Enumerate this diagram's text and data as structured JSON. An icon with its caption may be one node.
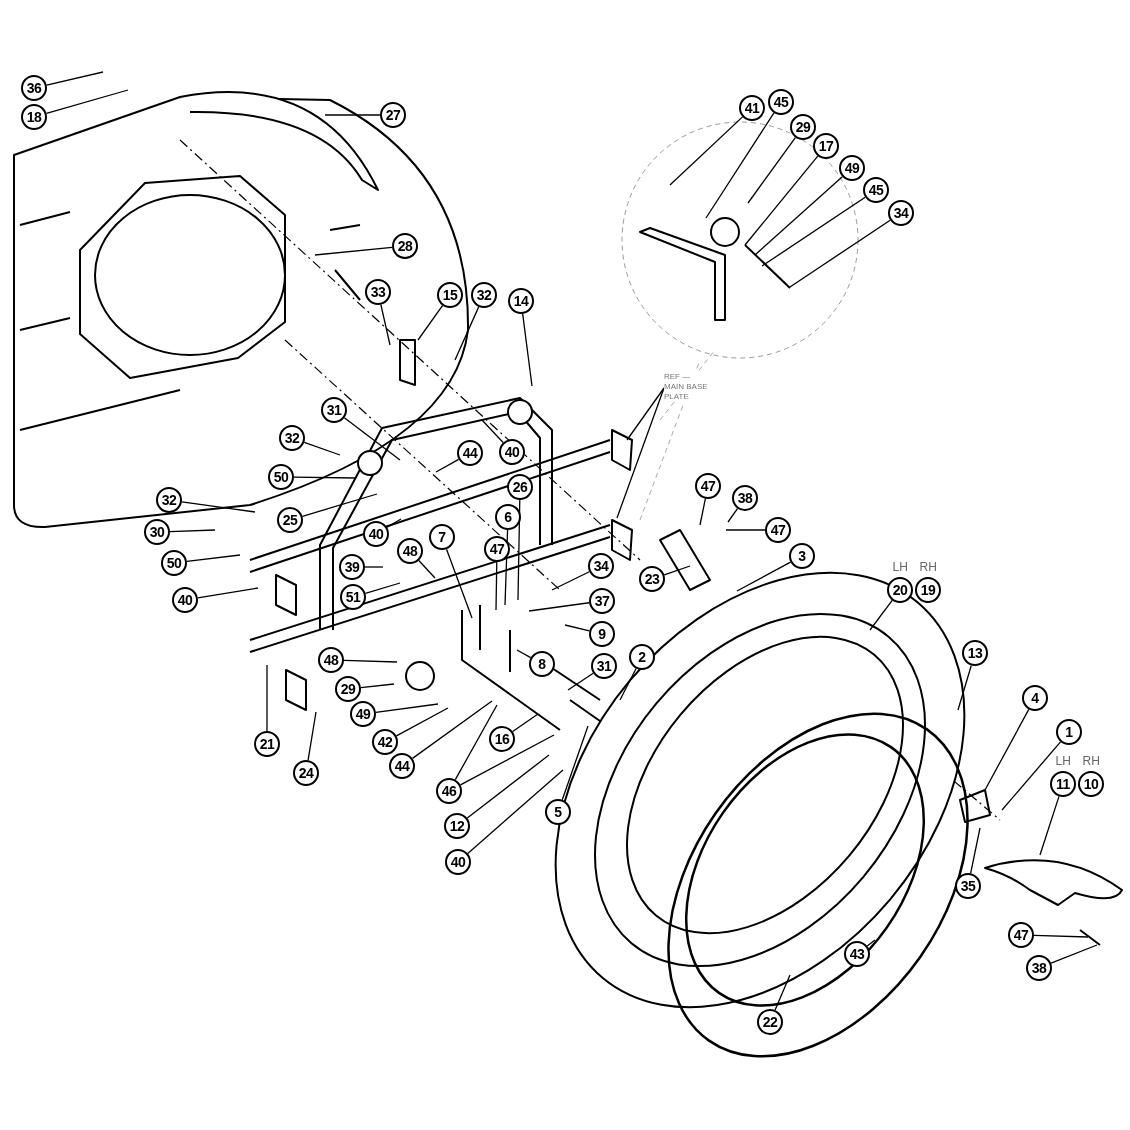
{
  "diagram": {
    "nodes": [
      {
        "text": [
          "36"
        ]
      },
      {
        "text": [
          "18"
        ]
      },
      {
        "text": [
          "27"
        ]
      },
      {
        "text": [
          "41"
        ]
      },
      {
        "text": [
          "45"
        ]
      },
      {
        "text": [
          "29"
        ]
      },
      {
        "text": [
          "17"
        ]
      },
      {
        "text": [
          "49"
        ]
      },
      {
        "text": [
          "45"
        ]
      },
      {
        "text": [
          "34"
        ]
      },
      {
        "text": [
          "28"
        ]
      },
      {
        "text": [
          "33"
        ]
      },
      {
        "text": [
          "15"
        ]
      },
      {
        "text": [
          "32"
        ]
      },
      {
        "text": [
          "14"
        ]
      },
      {
        "text": [
          "REF — MAIN BASE PLATE"
        ]
      },
      {
        "text": [
          "40"
        ]
      },
      {
        "text": [
          "31"
        ]
      },
      {
        "text": [
          "44"
        ]
      },
      {
        "text": [
          "32"
        ]
      },
      {
        "text": [
          "50"
        ]
      },
      {
        "text": [
          "25"
        ]
      },
      {
        "text": [
          "32"
        ]
      },
      {
        "text": [
          "26"
        ]
      },
      {
        "text": [
          "47"
        ]
      },
      {
        "text": [
          "38"
        ]
      },
      {
        "text": [
          "40"
        ]
      },
      {
        "text": [
          "47"
        ]
      },
      {
        "text": [
          "6"
        ]
      },
      {
        "text": [
          "30"
        ]
      },
      {
        "text": [
          "7"
        ]
      },
      {
        "text": [
          "47"
        ]
      },
      {
        "text": [
          "3"
        ]
      },
      {
        "text": [
          "48"
        ]
      },
      {
        "text": [
          "50"
        ]
      },
      {
        "text": [
          "23"
        ]
      },
      {
        "text": [
          "39"
        ]
      },
      {
        "text": [
          "34"
        ]
      },
      {
        "text": [
          "51"
        ]
      },
      {
        "text": [
          "37"
        ]
      },
      {
        "text": [
          "40"
        ]
      },
      {
        "text": [
          "9"
        ]
      },
      {
        "text": [
          "2"
        ]
      },
      {
        "text": [
          "8"
        ]
      },
      {
        "text": [
          "48"
        ]
      },
      {
        "text": [
          "31"
        ]
      },
      {
        "text": [
          "20"
        ],
        "beside": [
          "LH"
        ]
      },
      {
        "text": [
          "19"
        ],
        "beside": [
          "RH"
        ]
      },
      {
        "text": [
          "13"
        ]
      },
      {
        "text": [
          "29"
        ]
      },
      {
        "text": [
          "4"
        ]
      },
      {
        "text": [
          "49"
        ]
      },
      {
        "text": [
          "1"
        ]
      },
      {
        "text": [
          "16"
        ]
      },
      {
        "text": [
          "42"
        ]
      },
      {
        "text": [
          "44"
        ]
      },
      {
        "text": [
          "21"
        ]
      },
      {
        "text": [
          "24"
        ]
      },
      {
        "text": [
          "46"
        ]
      },
      {
        "text": [
          "11"
        ],
        "beside": [
          "LH"
        ]
      },
      {
        "text": [
          "10"
        ],
        "beside": [
          "RH"
        ]
      },
      {
        "text": [
          "12"
        ]
      },
      {
        "text": [
          "5"
        ]
      },
      {
        "text": [
          "40"
        ]
      },
      {
        "text": [
          "35"
        ]
      },
      {
        "text": [
          "47"
        ]
      },
      {
        "text": [
          "43"
        ]
      },
      {
        "text": [
          "38"
        ]
      },
      {
        "text": [
          "22"
        ]
      }
    ],
    "edges": [
      {
        "from": 0,
        "to": null,
        "arrow": "none"
      },
      {
        "from": 1,
        "to": null,
        "arrow": "none"
      },
      {
        "from": 2,
        "to": null,
        "arrow": "none"
      },
      {
        "from": 3,
        "to": null,
        "arrow": "none"
      },
      {
        "from": 4,
        "to": null,
        "arrow": "none"
      },
      {
        "from": 5,
        "to": null,
        "arrow": "none"
      },
      {
        "from": 6,
        "to": null,
        "arrow": "none"
      },
      {
        "from": 7,
        "to": null,
        "arrow": "none"
      },
      {
        "from": 8,
        "to": null,
        "arrow": "none"
      },
      {
        "from": 9,
        "to": null,
        "arrow": "none"
      },
      {
        "from": 10,
        "to": null,
        "arrow": "none"
      },
      {
        "from": 11,
        "to": null,
        "arrow": "none"
      },
      {
        "from": 12,
        "to": null,
        "arrow": "none"
      },
      {
        "from": 13,
        "to": null,
        "arrow": "none"
      },
      {
        "from": 14,
        "to": null,
        "arrow": "none"
      },
      {
        "from": 15,
        "to": null,
        "arrow": "none"
      },
      {
        "from": 15,
        "to": null,
        "arrow": "none"
      },
      {
        "from": 16,
        "to": null,
        "arrow": "none"
      },
      {
        "from": 17,
        "to": null,
        "arrow": "none"
      },
      {
        "from": 18,
        "to": null,
        "arrow": "none"
      },
      {
        "from": 19,
        "to": null,
        "arrow": "none"
      },
      {
        "from": 20,
        "to": null,
        "arrow": "none"
      },
      {
        "from": 21,
        "to": null,
        "arrow": "none"
      },
      {
        "from": 22,
        "to": null,
        "arrow": "none"
      },
      {
        "from": 23,
        "to": null,
        "arrow": "none"
      },
      {
        "from": 24,
        "to": null,
        "arrow": "none"
      },
      {
        "from": 25,
        "to": null,
        "arrow": "none"
      },
      {
        "from": 26,
        "to": null,
        "arrow": "none"
      },
      {
        "from": 27,
        "to": null,
        "arrow": "none"
      },
      {
        "from": 28,
        "to": null,
        "arrow": "none"
      },
      {
        "from": 29,
        "to": null,
        "arrow": "none"
      },
      {
        "from": 30,
        "to": null,
        "arrow": "none"
      },
      {
        "from": 31,
        "to": null,
        "arrow": "none"
      },
      {
        "from": 32,
        "to": null,
        "arrow": "none"
      },
      {
        "from": 33,
        "to": null,
        "arrow": "none"
      },
      {
        "from": 34,
        "to": null,
        "arrow": "none"
      },
      {
        "from": 35,
        "to": null,
        "arrow": "none"
      },
      {
        "from": 36,
        "to": null,
        "arrow": "none"
      },
      {
        "from": 37,
        "to": null,
        "arrow": "none"
      },
      {
        "from": 38,
        "to": null,
        "arrow": "none"
      },
      {
        "from": 39,
        "to": null,
        "arrow": "none"
      },
      {
        "from": 40,
        "to": null,
        "arrow": "none"
      },
      {
        "from": 41,
        "to": null,
        "arrow": "none"
      },
      {
        "from": 42,
        "to": null,
        "arrow": "none"
      },
      {
        "from": 43,
        "to": null,
        "arrow": "none"
      },
      {
        "from": 44,
        "to": null,
        "arrow": "none"
      },
      {
        "from": 45,
        "to": null,
        "arrow": "none"
      },
      {
        "from": 46,
        "to": null,
        "arrow": "none"
      },
      {
        "from": 48,
        "to": null,
        "arrow": "none"
      },
      {
        "from": 49,
        "to": null,
        "arrow": "none"
      },
      {
        "from": 50,
        "to": null,
        "arrow": "none"
      },
      {
        "from": 51,
        "to": null,
        "arrow": "none"
      },
      {
        "from": 52,
        "to": null,
        "arrow": "none"
      },
      {
        "from": 53,
        "to": null,
        "arrow": "none"
      },
      {
        "from": 54,
        "to": null,
        "arrow": "none"
      },
      {
        "from": 55,
        "to": null,
        "arrow": "none"
      },
      {
        "from": 56,
        "to": null,
        "arrow": "none"
      },
      {
        "from": 57,
        "to": null,
        "arrow": "none"
      },
      {
        "from": 58,
        "to": null,
        "arrow": "none"
      },
      {
        "from": 58,
        "to": null,
        "arrow": "none"
      },
      {
        "from": 59,
        "to": null,
        "arrow": "none"
      },
      {
        "from": 61,
        "to": null,
        "arrow": "none"
      },
      {
        "from": 62,
        "to": null,
        "arrow": "none"
      },
      {
        "from": 63,
        "to": null,
        "arrow": "none"
      },
      {
        "from": 64,
        "to": null,
        "arrow": "none"
      },
      {
        "from": 65,
        "to": null,
        "arrow": "none"
      },
      {
        "from": 66,
        "to": null,
        "arrow": "none"
      },
      {
        "from": 67,
        "to": null,
        "arrow": "none"
      },
      {
        "from": 68,
        "to": null,
        "arrow": "none"
      }
    ]
  }
}
